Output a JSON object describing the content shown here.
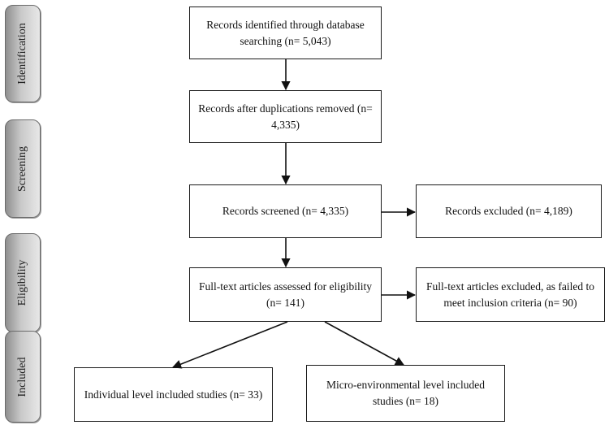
{
  "phases": [
    {
      "id": "identification",
      "label": "Identification"
    },
    {
      "id": "screening",
      "label": "Screening"
    },
    {
      "id": "eligibility",
      "label": "Eligibility"
    },
    {
      "id": "included",
      "label": "Included"
    }
  ],
  "boxes": {
    "identified": "Records identified through database searching (n= 5,043)",
    "after_duplicates": "Records after duplications removed (n= 4,335)",
    "screened": "Records screened (n= 4,335)",
    "excluded": "Records excluded (n= 4,189)",
    "full_text_assessed": "Full-text articles assessed for eligibility (n= 141)",
    "full_text_excluded": "Full-text articles excluded, as failed to meet inclusion criteria (n= 90)",
    "individual_included": "Individual level included studies (n= 33)",
    "micro_included": "Micro-environmental level included studies (n= 18)"
  },
  "colors": {
    "line": "#111111",
    "phase_dark": "#8f8f8f",
    "phase_light": "#e8e8e8"
  }
}
